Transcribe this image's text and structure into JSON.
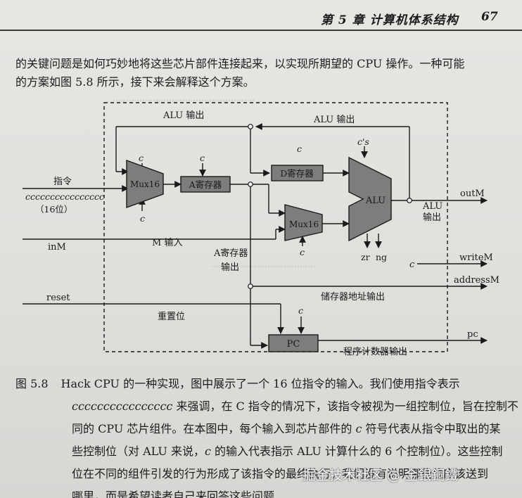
{
  "header": {
    "chapter_title": "第 5 章   计算机体系结构",
    "page_number": "67"
  },
  "body_text": {
    "line1": "的关键问题是如何巧妙地将这些芯片部件连接起来，以实现所期望的 CPU 操作。一种可能",
    "line2": "的方案如图 5.8 所示，接下来会解释这个方案。"
  },
  "figure": {
    "labels": {
      "alu_out_top_left": "ALU 输出",
      "alu_out_top_right": "ALU 输出",
      "instruction": "指令",
      "instruction_bits": "cccccccccccccccc",
      "bits_16": "（16位）",
      "inM": "inM",
      "m_input": "M 输入",
      "a_reg_out_line1": "A寄存器",
      "a_reg_out_line2": "输出",
      "reset": "reset",
      "reset_label": "重置位",
      "mem_addr_out": "储存器地址输出",
      "pc_out_label": "程序计数器输出",
      "outM": "outM",
      "alu_out_right_line1": "ALU",
      "alu_out_right_line2": "输出",
      "writeM": "writeM",
      "addressM": "addressM",
      "pc_signal": "pc",
      "c_writeM": "c",
      "zr": "zr",
      "ng": "ng",
      "c_mux1_top": "c",
      "c_mux1_bottom": "c",
      "c_areg": "c",
      "c_dreg": "c",
      "c_alu": "c's",
      "c_mux2": "c",
      "c_pc": "c"
    },
    "chips": {
      "mux16_a": "Mux16",
      "a_register": "A寄存器",
      "d_register": "D寄存器",
      "alu": "ALU",
      "mux16_b": "Mux16",
      "pc": "PC"
    }
  },
  "caption": {
    "figure_label": "图 5.8",
    "line1_text": "Hack CPU 的一种实现，图中展示了一个 16 位指令的输入。我们使用指令表示",
    "line2_italic": "cccccccccccccccc",
    "line2_text": " 来强调，在 C 指令的情况下，该指令被视为一组控制位，旨在控制不",
    "line3_pre": "同的 CPU 芯片组件。在本图中，每个输入到芯片部件的 ",
    "line3_italic": "c",
    "line3_post": " 符号代表从指令中取出的某",
    "line4_pre": "些控制位（对 ALU 来说，",
    "line4_italic": "c",
    "line4_post": " 的输入代表指示 ALU 计算什么的 6 个控制位）。这些控制",
    "line5": "位在不同的组件引发的行为形成了该指令的最终执行。我们没有说明哪些位应该送到",
    "line6": "哪里，而是希望读者自己来回答这些问题"
  },
  "watermark": {
    "text": "掘金技术社区 @ 金銀銅鐵"
  },
  "colors": {
    "chip_fill": "#7d7d7b",
    "line": "#1a1a1a",
    "paper": "#e2e2df"
  }
}
